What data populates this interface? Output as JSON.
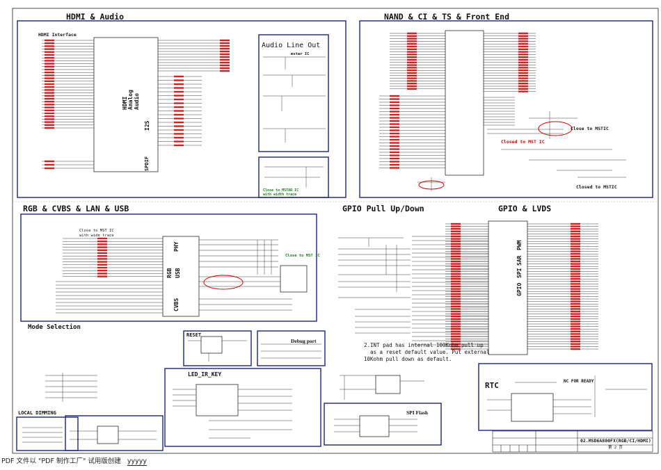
{
  "sections": {
    "hdmi_audio": "HDMI & Audio",
    "nand_ci_ts": "NAND & CI & TS & Front End",
    "rgb_cvbs": "RGB & CVBS & LAN & USB",
    "gpio_pull": "GPIO Pull Up/Down",
    "gpio_lvds": "GPIO & LVDS",
    "mode_selection": "Mode Selection",
    "local_dimming": "LOCAL DIMMING",
    "led_ir_key": "LED_IR_KEY",
    "reset": "RESET",
    "debug_port": "Debug port",
    "spi_flash": "SPI Flash",
    "rtc": "RTC",
    "audio_line_out": "Audio Line Out",
    "hdmi_interface": "HDMI Interface"
  },
  "notes": {
    "close_to_mstic_1": "Close to MSTIC",
    "close_to_mst_ic_1": "Closed to MST IC",
    "close_to_mst_ic_2": "Close to MST IC",
    "close_to_mst_ic_3": "Close to MST IC",
    "close_to_mstic_2": "Closed to MSTIC",
    "close_to_mstar_ic": "Close to MSTAR IC",
    "with_width_trace": "with width trace",
    "with_wide_trace": "with wide trace",
    "mstar_ic": "mstar IC",
    "nc_for_ready": "NC FOR READY",
    "int_pad_line1": "2.INT pad has internal 100Kohm pull up",
    "int_pad_line2": "as a reset default value. Put external",
    "int_pad_line3": "10Kohm pull down as default."
  },
  "block_labels": {
    "hdmi_analog_audio": "HDMI\nAnalog\nAudio",
    "i2s": "I2S",
    "spdif": "SPDIF",
    "phy": "PHY",
    "rgb": "RGB",
    "usb": "USB",
    "cvbs": "CVBS",
    "pwm": "PWM",
    "sar": "SAR",
    "spi": "SPI",
    "gpio": "GPIO"
  },
  "title_block": {
    "doc_number": "02.MSD6A800FX(RGB/CI/HDMI)",
    "page": "第 2 页"
  },
  "footer": {
    "text": "PDF 文件以 \"PDF 制作工厂\" 试用版创建",
    "link": "yyyyy"
  },
  "colors": {
    "wire": "#0a0a0a",
    "net_label": "#d40000",
    "box": "#1a237e",
    "annotation": "#1a7f1a",
    "highlight": "#d40000"
  }
}
